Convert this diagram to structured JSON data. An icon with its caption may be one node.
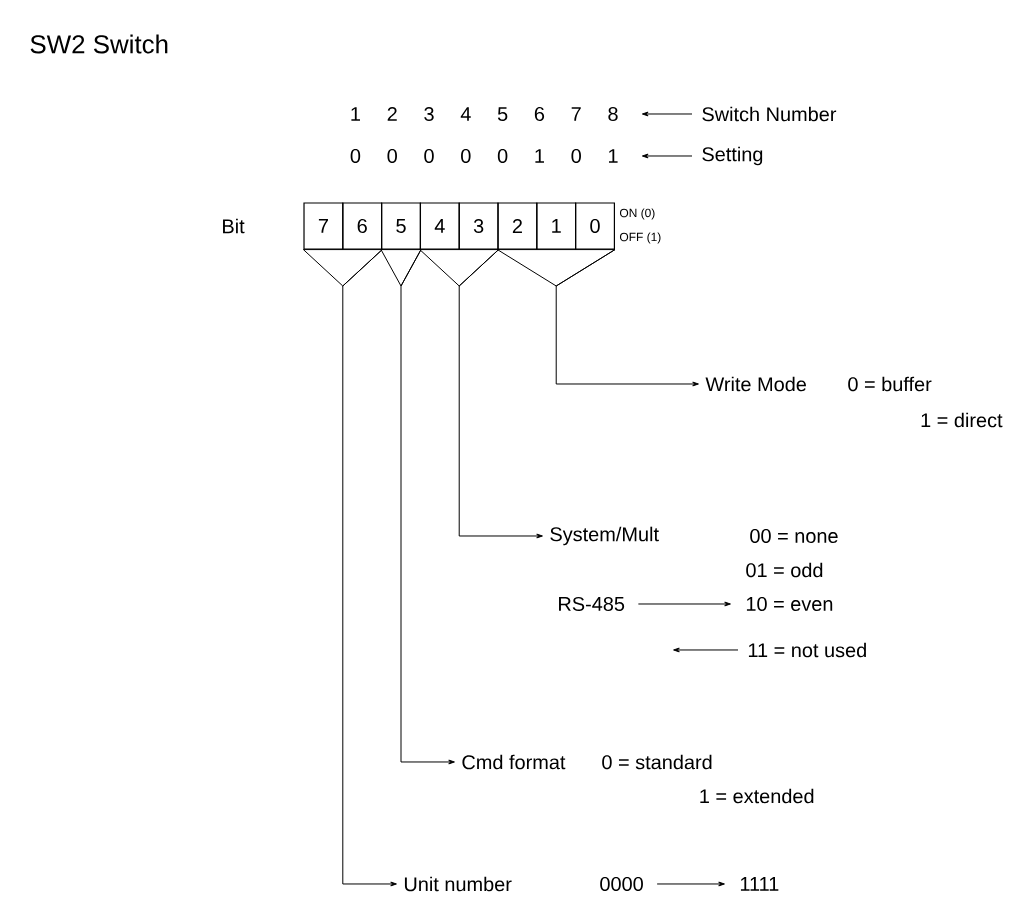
{
  "diagram": {
    "title": "SW2 Switch",
    "nodes": [
      {
        "text": [
          "7"
        ]
      },
      {
        "text": [
          "6"
        ]
      },
      {
        "text": [
          "5"
        ]
      },
      {
        "text": [
          "4"
        ]
      },
      {
        "text": [
          "3"
        ]
      },
      {
        "text": [
          "2"
        ]
      },
      {
        "text": [
          "1"
        ]
      },
      {
        "text": [
          "0"
        ]
      },
      {
        "text": [
          "Switch Number"
        ]
      },
      {
        "text": [
          "Setting"
        ]
      },
      {
        "text": [
          "Write Mode"
        ]
      },
      {
        "text": [
          "System/Mult"
        ]
      },
      {
        "text": [
          "RS-485"
        ]
      },
      {
        "text": [
          "10 = even"
        ]
      },
      {
        "text": [
          "11 = not used"
        ]
      },
      {
        "text": [
          "Cmd format"
        ]
      },
      {
        "text": [
          "Unit number"
        ]
      },
      {
        "text": [
          "0000"
        ]
      },
      {
        "text": [
          "1111"
        ]
      },
      {
        "text": [
          "1",
          "2",
          "3",
          "4",
          "5",
          "6",
          "7",
          "8"
        ]
      },
      {
        "text": [
          "0",
          "0",
          "0",
          "0",
          "0",
          "1",
          "0",
          "1"
        ]
      }
    ],
    "edges": [
      {
        "from": 0,
        "to": 16,
        "arrow": "to"
      },
      {
        "from": 1,
        "to": 16,
        "arrow": "to"
      },
      {
        "from": 2,
        "to": 15,
        "arrow": "to"
      },
      {
        "from": 3,
        "to": 11,
        "arrow": "to"
      },
      {
        "from": 4,
        "to": 11,
        "arrow": "to"
      },
      {
        "from": 5,
        "to": 10,
        "arrow": "to"
      },
      {
        "from": 6,
        "to": 10,
        "arrow": "to"
      },
      {
        "from": 7,
        "to": 10,
        "arrow": "to"
      },
      {
        "from": 8,
        "to": 19,
        "arrow": "to"
      },
      {
        "from": 9,
        "to": 20,
        "arrow": "to"
      },
      {
        "from": 12,
        "to": 13,
        "arrow": "to"
      },
      {
        "from": 14,
        "to": null,
        "arrow": "to"
      },
      {
        "from": 17,
        "to": 18,
        "arrow": "to"
      }
    ],
    "labels": [
      "Bit",
      "ON (0)",
      "OFF (1)",
      "0 = buffer",
      "1 = direct",
      "00 = none",
      "01 = odd",
      "0 = standard",
      "1 = extended"
    ]
  }
}
